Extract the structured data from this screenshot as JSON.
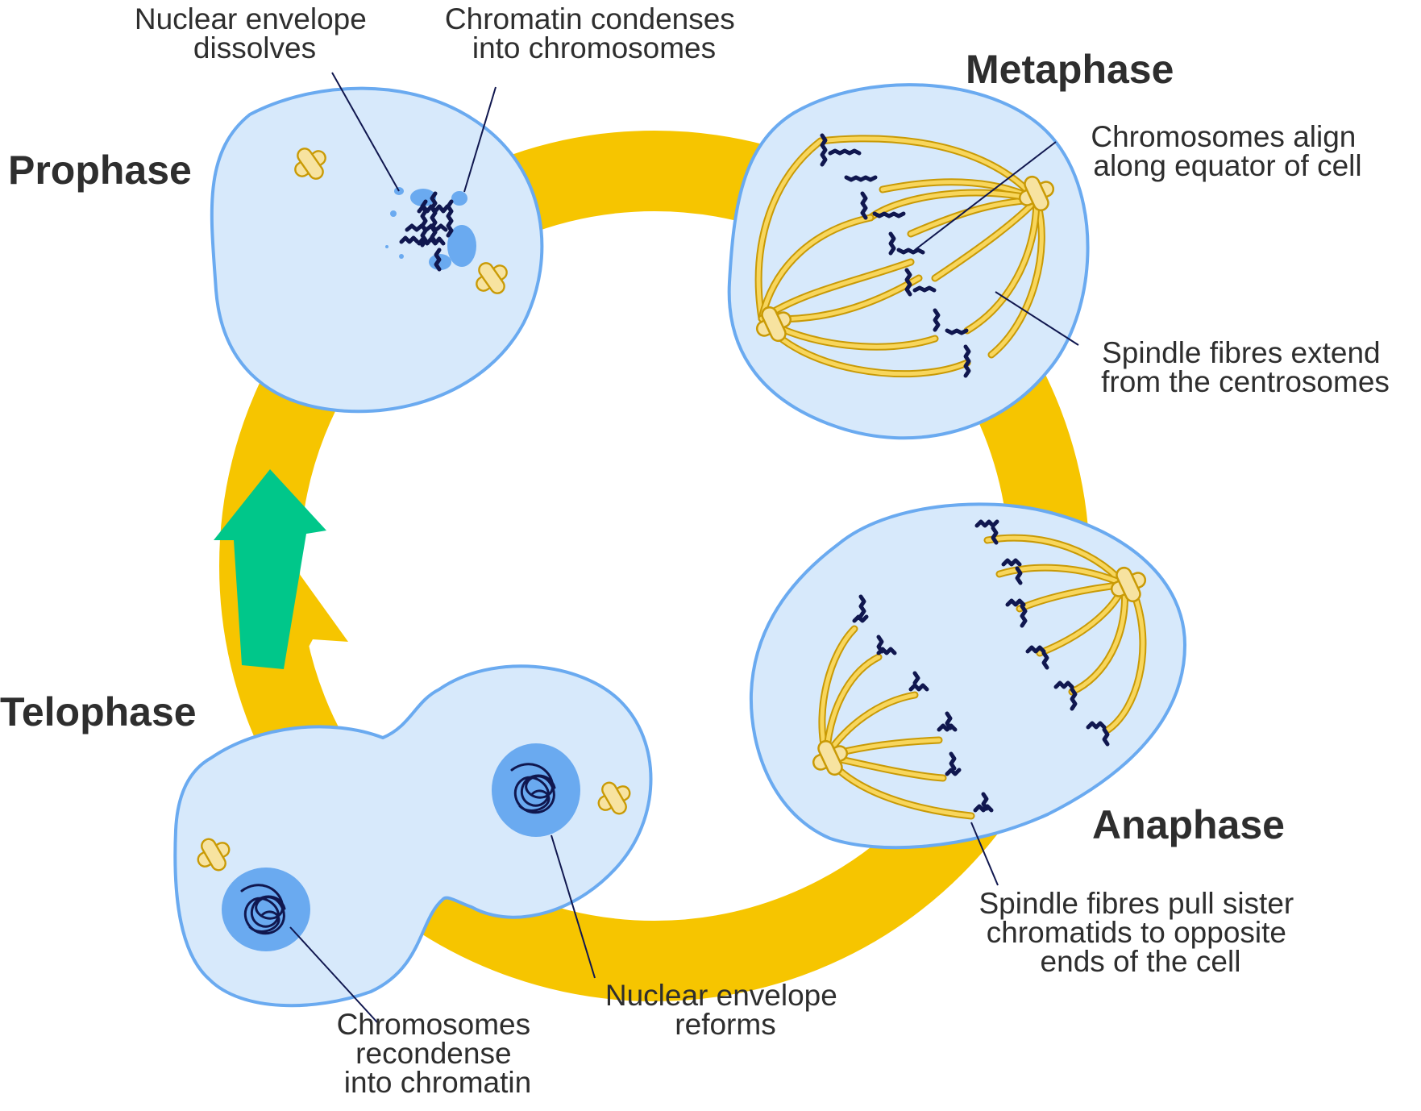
{
  "phases": {
    "prophase": "Prophase",
    "metaphase": "Metaphase",
    "anaphase": "Anaphase",
    "telophase": "Telophase"
  },
  "annotations": {
    "nuclear_envelope_dissolves": [
      "Nuclear envelope",
      "dissolves"
    ],
    "chromatin_condenses": [
      "Chromatin condenses",
      "into chromosomes"
    ],
    "chromosomes_align": [
      "Chromosomes align",
      "along equator of cell"
    ],
    "spindle_fibres_extend": [
      "Spindle fibres extend",
      "from the centrosomes"
    ],
    "spindle_fibres_pull": [
      "Spindle fibres pull sister",
      "chromatids to opposite",
      "ends of the cell"
    ],
    "nuclear_envelope_reforms": [
      "Nuclear envelope",
      "reforms"
    ],
    "chromosomes_recondense": [
      "Chromosomes",
      "recondense",
      "into chromatin"
    ]
  },
  "colors": {
    "cycle_ring": "#f6c500",
    "start_arrow": "#00c78a",
    "cell_fill": "#d7e9fb",
    "cell_outline": "#6aaaf0",
    "nucleus": "#6aaaf0",
    "chromosome": "#10174f",
    "spindle_fibre": "#f8d65c",
    "centrosome": "#f7e3a0",
    "label_text": "#2e2e2e"
  }
}
